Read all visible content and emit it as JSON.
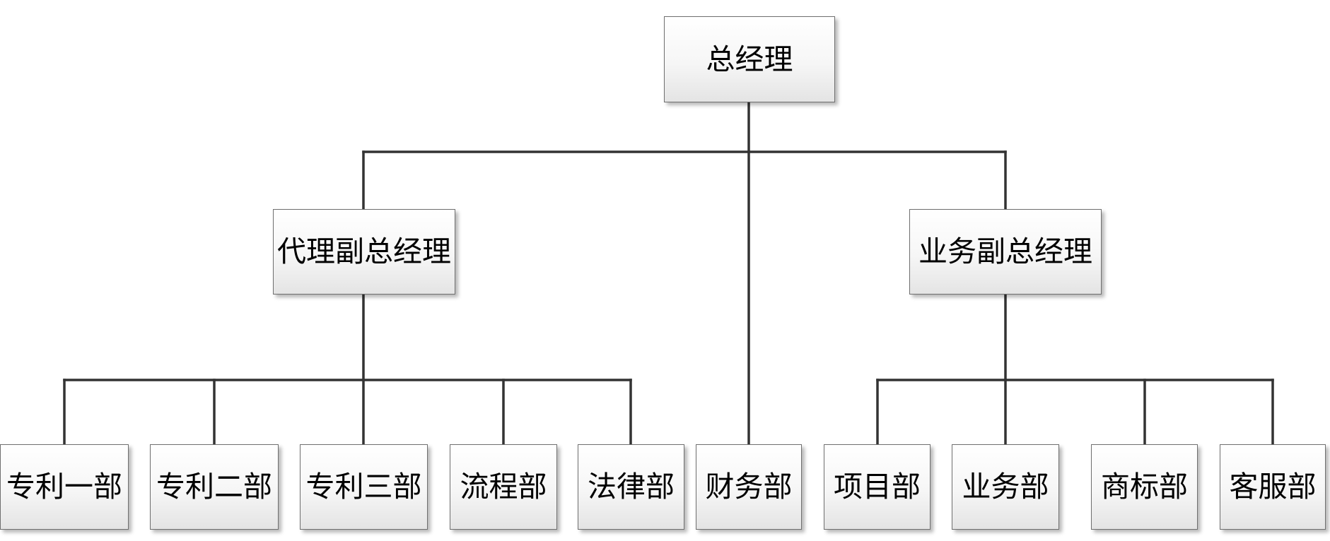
{
  "root": {
    "label": "总经理"
  },
  "branches": {
    "agency_vp": {
      "label": "代理副总经理",
      "departments": [
        "专利一部",
        "专利二部",
        "专利三部",
        "流程部",
        "法律部"
      ]
    },
    "finance": {
      "label": "财务部"
    },
    "business_vp": {
      "label": "业务副总经理",
      "departments": [
        "项目部",
        "业务部",
        "商标部",
        "客服部"
      ]
    }
  },
  "colors": {
    "line": "#333333",
    "box_border": "#6f6f6f"
  }
}
